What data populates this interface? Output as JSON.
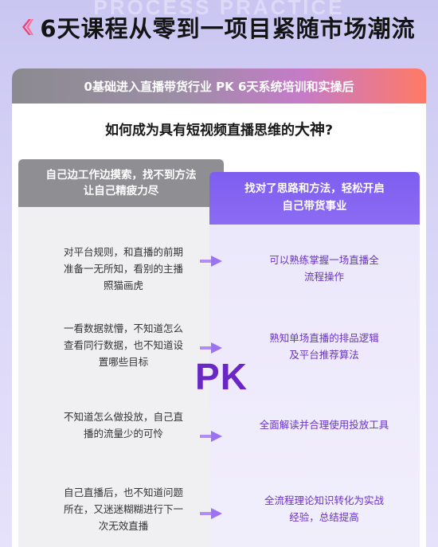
{
  "watermark": "PROCESS PRACTICE",
  "title": "6天课程从零到一项目紧随市场潮流",
  "banner": "0基础进入直播带货行业 PK 6天系统培训和实操后",
  "question": {
    "prefix": "如何成为具有短视频直播思维的",
    "emphasis": "大神",
    "suffix": "?"
  },
  "left_header": {
    "line1": "自己边工作边摸索，找不到方法",
    "line2": "让自己精疲力尽"
  },
  "right_header": {
    "line1": "找对了思路和方法，轻松开启",
    "line2": "自己带货事业"
  },
  "pk_label": "PK",
  "rows": [
    {
      "left": [
        "对平台规则，和直播的前期",
        "准备一无所知，看别的主播",
        "照猫画虎"
      ],
      "right": [
        "可以熟练掌握一场直播全",
        "流程操作"
      ]
    },
    {
      "left": [
        "一看数据就懵，不知道怎么",
        "查看同行数据，也不知道设",
        "置哪些目标"
      ],
      "right": [
        "熟知单场直播的排品逻辑",
        "及平台推荐算法"
      ]
    },
    {
      "left": [
        "不知道怎么做投放，自己直",
        "播的流量少的可怜"
      ],
      "right": [
        "全面解读并合理使用投放工具"
      ]
    },
    {
      "left": [
        "自己直播后，也不知道问题",
        "所在，又迷迷糊糊进行下一",
        "次无效直播"
      ],
      "right": [
        "全流程理论知识转化为实战",
        "经验，总结提高"
      ]
    }
  ],
  "colors": {
    "accent_purple": "#6a27c6",
    "right_text": "#6a33c9",
    "gray_header": "#8f8f93",
    "banner_end": "#ff7a66"
  },
  "icons": {
    "title_marker": "double-chevron-icon",
    "row_arrow": "arrow-right-icon"
  }
}
